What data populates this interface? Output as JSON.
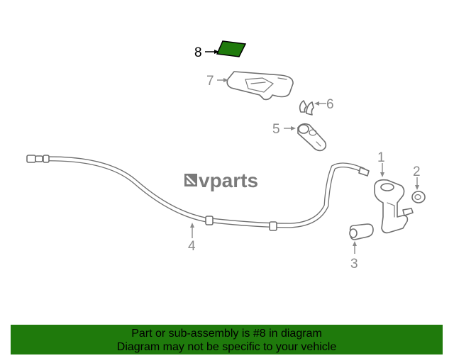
{
  "watermark": {
    "text": "vparts"
  },
  "callouts": [
    {
      "id": "1",
      "label": "1"
    },
    {
      "id": "2",
      "label": "2"
    },
    {
      "id": "3",
      "label": "3"
    },
    {
      "id": "4",
      "label": "4"
    },
    {
      "id": "5",
      "label": "5"
    },
    {
      "id": "6",
      "label": "6"
    },
    {
      "id": "7",
      "label": "7"
    },
    {
      "id": "8",
      "label": "8"
    }
  ],
  "highlighted_part": "8",
  "colors": {
    "highlight": "#1f7a0c",
    "line": "#6f6f6f",
    "footer_bg": "#1f7a0c"
  },
  "footer": {
    "line1": "Part or sub-assembly is #8 in diagram",
    "line2": "Diagram may not be specific to your vehicle"
  }
}
